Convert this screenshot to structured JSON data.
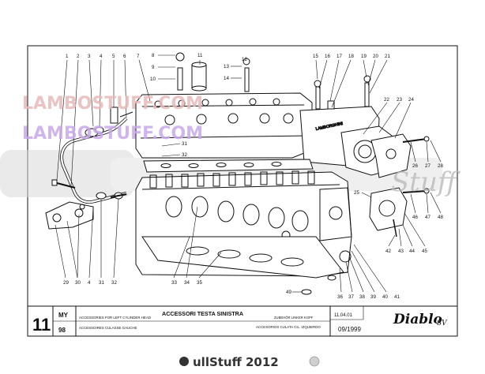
{
  "watermarks": {
    "lambo_1": "LAMBOSTUFF.COM",
    "lambo_2": "LAMBOSTUFF.COM",
    "stuff_script": "Stuff",
    "footer": "ullStuff 2012"
  },
  "callouts": {
    "top_row": [
      "1",
      "2",
      "3",
      "4",
      "5",
      "6",
      "7",
      "8",
      "9",
      "10",
      "11",
      "13",
      "12",
      "14",
      "15",
      "16",
      "17",
      "18",
      "19",
      "20",
      "21"
    ],
    "right_group": [
      "22",
      "23",
      "24",
      "26",
      "27",
      "28",
      "25",
      "46",
      "47",
      "48",
      "42",
      "43",
      "44",
      "45"
    ],
    "mid_left": [
      "31",
      "32"
    ],
    "bottom_row": [
      "29",
      "30",
      "4",
      "31",
      "32",
      "33",
      "34",
      "35",
      "49",
      "36",
      "37",
      "38",
      "39",
      "40",
      "41"
    ]
  },
  "title_block": {
    "table_no": "11",
    "model_label": "MY",
    "model_year": "98",
    "title_it": "ACCESSORI TESTA SINISTRA",
    "title_en": "ACCESSORIES FOR LEFT CYLINDER HEAD",
    "title_fr": "ACCESSOIRES CULASSE GAUCHE",
    "title_de": "ZUBEHÖR LINKER KOPF",
    "title_es": "ACCESORIOS CULATA CIL. IZQUIERDO",
    "date_code": "11.04.01",
    "brand": "Diablo",
    "brand_suffix": "SV",
    "issue_date": "09/1999"
  },
  "colors": {
    "ink": "#111111",
    "watermark_pink": "#e8b9b9",
    "watermark_violet": "#c8a7ea",
    "watermark_gray": "#d9d9d9"
  }
}
